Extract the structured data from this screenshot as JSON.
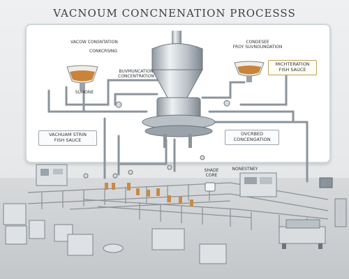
{
  "title": "VACNOUM CONCNENATION PROCESSS",
  "labels": {
    "vacuum_consentation": "VACOW CONSNTATION",
    "concrrsing": "CONKCRSING",
    "condensee": "CONDESEE\nFROY SUVNOUNDATION",
    "munification": "BUVMUNCATION\nCONCENTRATION",
    "sumeing": "SUMONE",
    "michteration": "MICHTERATION\nFISH SAUCE",
    "vacuum_strin": "VACHUAM STRIN\nFISH SAUCE",
    "overbed": "OVCRBED\nCONCENGATION",
    "shade": "SHADE CORE",
    "nonestney": "NONESTNEY"
  },
  "colors": {
    "steel_light": "#e6e9ec",
    "steel_mid": "#aeb5bc",
    "steel_dark": "#6b737b",
    "pipe": "#8b939b",
    "liquid": "#c8843a",
    "accent": "#b9a15a"
  }
}
